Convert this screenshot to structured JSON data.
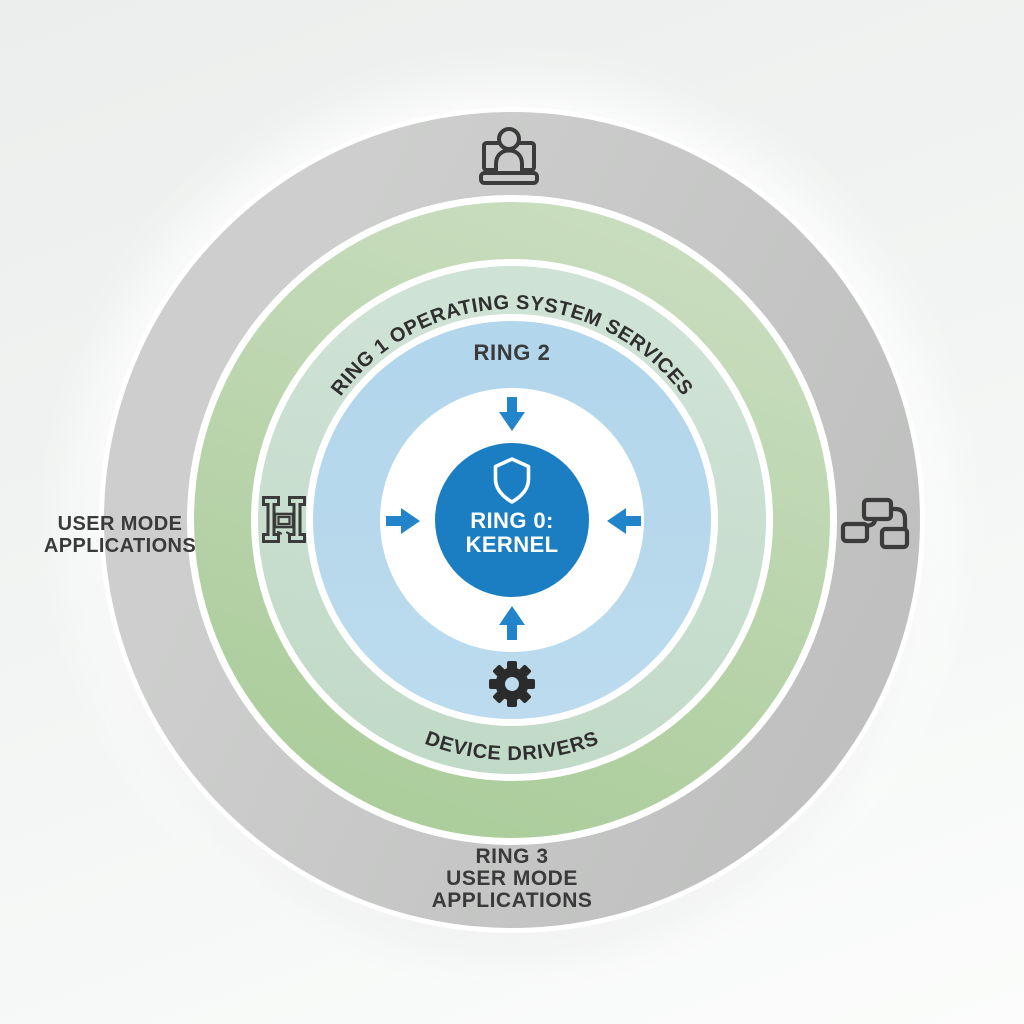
{
  "colors": {
    "kernel-blue": "#1b7dc2",
    "arrow-blue": "#2285cc",
    "ring-gray": "#c8c9c8",
    "ring-green": "#b8d3aa",
    "ring-teal": "#c9dfd0",
    "ring-light-blue": "#b6d8ec",
    "inner-white": "#ffffff",
    "text-dark": "#3a3a3a",
    "icon-dark": "#3b3b3b"
  },
  "rings": {
    "ring1_arc_label": "RING 1 OPERATING SYSTEM SERVICES",
    "ring2_label": "RING 2",
    "device_drivers_label": "DEVICE DRIVERS",
    "kernel_line1": "RING 0:",
    "kernel_line2": "KERNEL"
  },
  "outer_labels": {
    "left_line1": "USER MODE",
    "left_line2": "APPLICATIONS",
    "bottom_line1": "RING 3",
    "bottom_line2": "USER MODE",
    "bottom_line3": "APPLICATIONS"
  },
  "icons": {
    "top": "user-at-computer",
    "left": "hardware-blocks",
    "right": "network-nodes",
    "bottom": "gear",
    "center": "shield"
  }
}
